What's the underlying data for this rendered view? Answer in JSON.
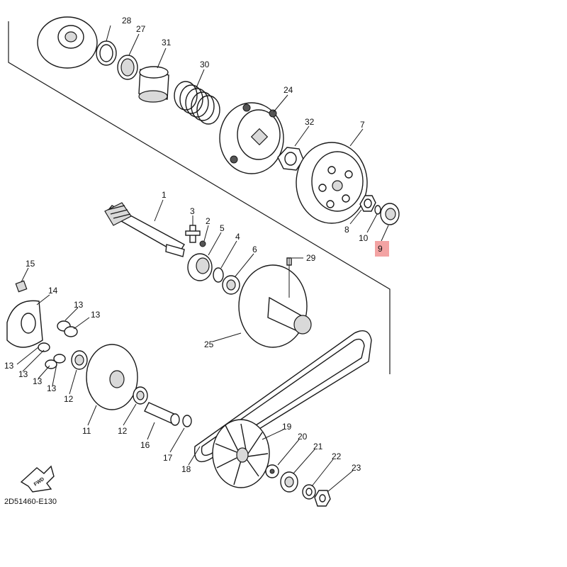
{
  "callouts": [
    {
      "id": "c28",
      "text": "28"
    },
    {
      "id": "c27",
      "text": "27"
    },
    {
      "id": "c31",
      "text": "31"
    },
    {
      "id": "c30",
      "text": "30"
    },
    {
      "id": "c24",
      "text": "24"
    },
    {
      "id": "c32",
      "text": "32"
    },
    {
      "id": "c7",
      "text": "7"
    },
    {
      "id": "c1",
      "text": "1"
    },
    {
      "id": "c3",
      "text": "3"
    },
    {
      "id": "c2",
      "text": "2"
    },
    {
      "id": "c5",
      "text": "5"
    },
    {
      "id": "c4",
      "text": "4"
    },
    {
      "id": "c6",
      "text": "6"
    },
    {
      "id": "c8",
      "text": "8"
    },
    {
      "id": "c10",
      "text": "10"
    },
    {
      "id": "c9",
      "text": "9"
    },
    {
      "id": "c29",
      "text": "29"
    },
    {
      "id": "c15",
      "text": "15"
    },
    {
      "id": "c14",
      "text": "14"
    },
    {
      "id": "c13a",
      "text": "13"
    },
    {
      "id": "c13b",
      "text": "13"
    },
    {
      "id": "c13c",
      "text": "13"
    },
    {
      "id": "c13d",
      "text": "13"
    },
    {
      "id": "c13e",
      "text": "13"
    },
    {
      "id": "c13f",
      "text": "13"
    },
    {
      "id": "c25",
      "text": "25"
    },
    {
      "id": "c12a",
      "text": "12"
    },
    {
      "id": "c12b",
      "text": "12"
    },
    {
      "id": "c11",
      "text": "11"
    },
    {
      "id": "c16",
      "text": "16"
    },
    {
      "id": "c17",
      "text": "17"
    },
    {
      "id": "c18",
      "text": "18"
    },
    {
      "id": "c19",
      "text": "19"
    },
    {
      "id": "c20",
      "text": "20"
    },
    {
      "id": "c21",
      "text": "21"
    },
    {
      "id": "c22",
      "text": "22"
    },
    {
      "id": "c23",
      "text": "23"
    }
  ],
  "highlight": {
    "part": "9",
    "color": "#f3a3a3"
  },
  "fwd_label": "FWD",
  "diagram_code": "2D51460-E130"
}
